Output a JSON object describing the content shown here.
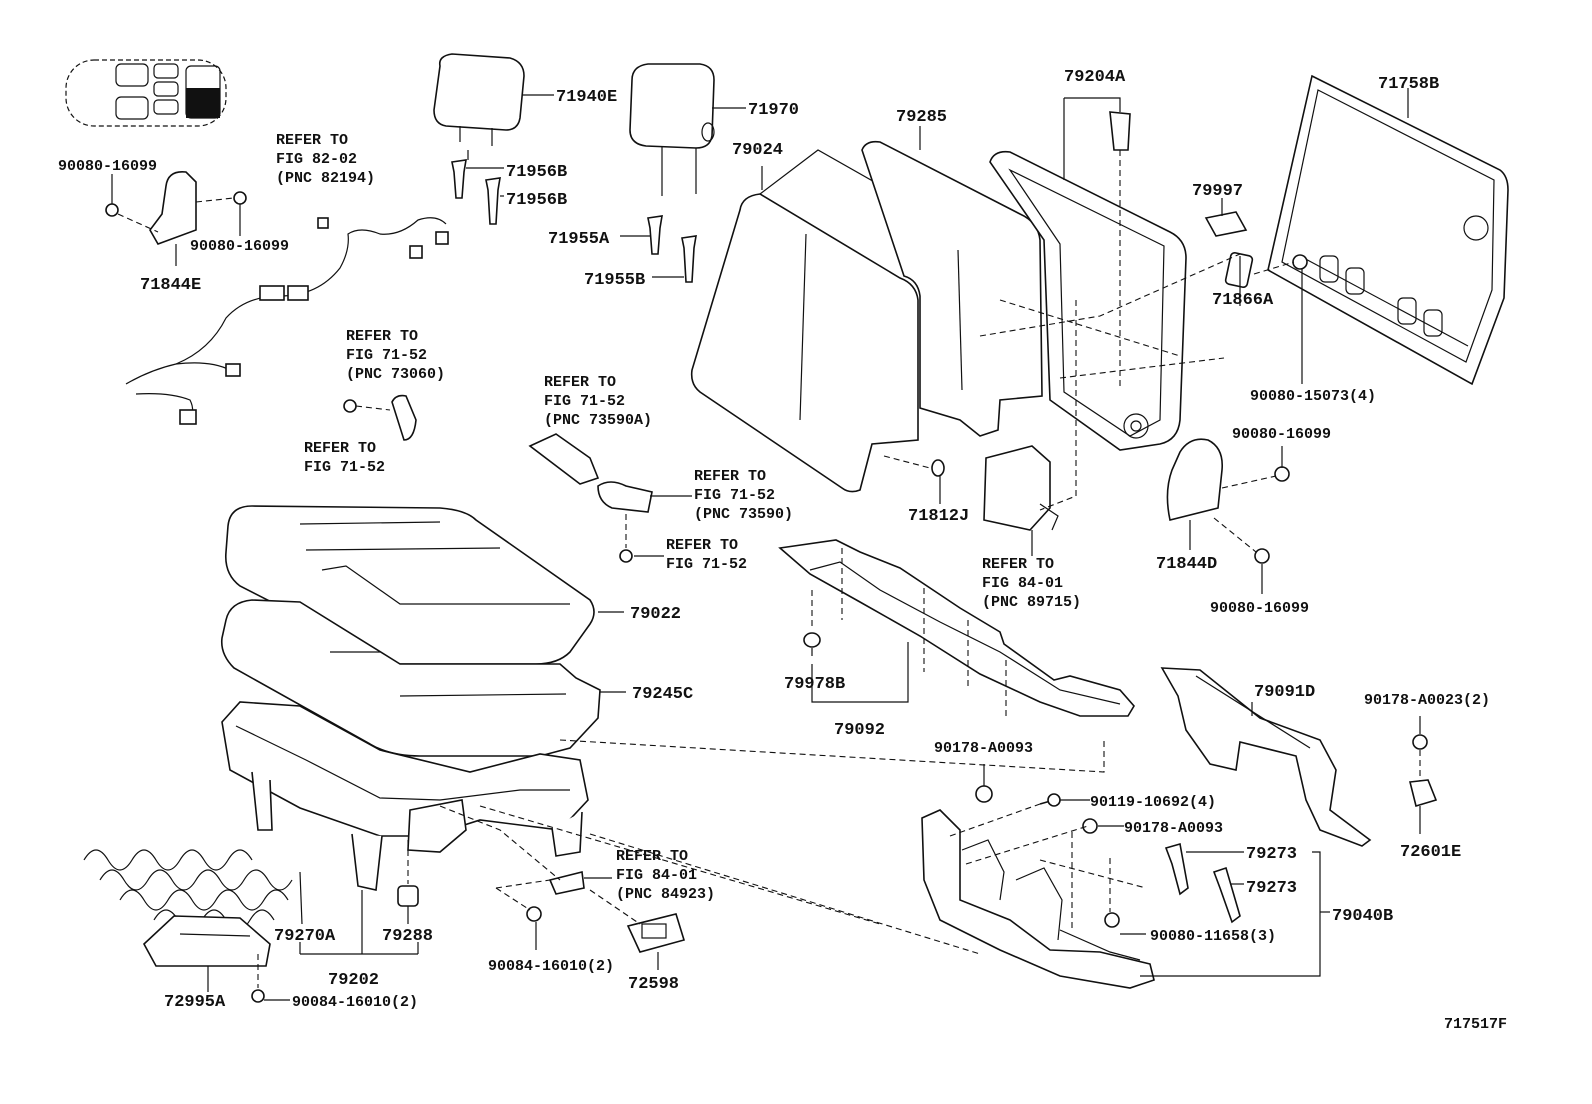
{
  "parts": {
    "p71940E": "71940E",
    "p71970": "71970",
    "p71956B_1": "71956B",
    "p71956B_2": "71956B",
    "p71955A": "71955A",
    "p71955B": "71955B",
    "p79024": "79024",
    "p79285": "79285",
    "p79204A": "79204A",
    "p71758B": "71758B",
    "p79997": "79997",
    "p71866A": "71866A",
    "p90080_15073": "90080-15073(4)",
    "p90080_16099_tl": "90080-16099",
    "p90080_16099_tl2": "90080-16099",
    "p71844E": "71844E",
    "p90080_16099_r1": "90080-16099",
    "p71844D": "71844D",
    "p90080_16099_r2": "90080-16099",
    "p71812J": "71812J",
    "p79022": "79022",
    "p79245C": "79245C",
    "p79978B": "79978B",
    "p79092": "79092",
    "p79091D": "79091D",
    "p90178_A0023": "90178-A0023(2)",
    "p72601E": "72601E",
    "p90178_A0093_1": "90178-A0093",
    "p90119_10692": "90119-10692(4)",
    "p90178_A0093_2": "90178-A0093",
    "p79273_1": "79273",
    "p79273_2": "79273",
    "p79040B": "79040B",
    "p90080_11658": "90080-11658(3)",
    "p79270A": "79270A",
    "p79288": "79288",
    "p79202": "79202",
    "p72995A": "72995A",
    "p90084_16010_1": "90084-16010(2)",
    "p90084_16010_2": "90084-16010(2)",
    "p72598": "72598"
  },
  "refs": {
    "r82194": [
      "REFER TO",
      "FIG 82-02",
      "(PNC 82194)"
    ],
    "r73060": [
      "REFER TO",
      "FIG 71-52",
      "(PNC 73060)"
    ],
    "r7152a": [
      "REFER TO",
      "FIG 71-52"
    ],
    "r73590A": [
      "REFER TO",
      "FIG 71-52",
      "(PNC 73590A)"
    ],
    "r73590": [
      "REFER TO",
      "FIG 71-52",
      "(PNC 73590)"
    ],
    "r7152b": [
      "REFER TO",
      "FIG 71-52"
    ],
    "r89715": [
      "REFER TO",
      "FIG 84-01",
      "(PNC 89715)"
    ],
    "r84923": [
      "REFER TO",
      "FIG 84-01",
      "(PNC 84923)"
    ]
  },
  "figure_code": "717517F"
}
